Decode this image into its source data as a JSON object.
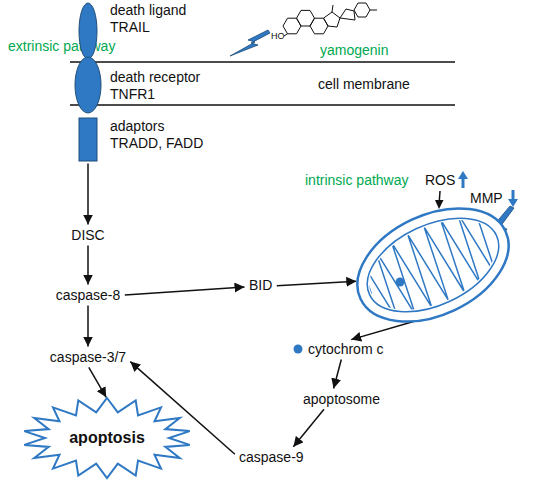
{
  "diagram": {
    "nodes": [
      {
        "text": [
          "death ligand TRAIL"
        ]
      },
      {
        "text": [
          "death receptor TNFR1"
        ]
      },
      {
        "text": [
          "adaptors TRADD, FADD"
        ]
      },
      {
        "text": [
          "DISC"
        ]
      },
      {
        "text": [
          "caspase-8"
        ]
      },
      {
        "text": [
          "BID"
        ]
      },
      {
        "text": [
          "caspase-3/7"
        ]
      },
      {
        "text": [
          "intrinsic pathway"
        ]
      },
      {
        "text": [
          "cytochrom c"
        ]
      },
      {
        "text": [
          "apoptosome"
        ]
      },
      {
        "text": [
          "caspase-9"
        ]
      },
      {
        "text": [
          "apoptosis"
        ]
      }
    ],
    "edges": [
      {
        "from": 2,
        "to": 3,
        "arrow": "to"
      },
      {
        "from": 3,
        "to": 4,
        "arrow": "to"
      },
      {
        "from": 4,
        "to": 6,
        "arrow": "to"
      },
      {
        "from": 4,
        "to": 5,
        "arrow": "to"
      },
      {
        "from": 5,
        "to": 7,
        "arrow": "to"
      },
      {
        "from": 7,
        "to": 8,
        "arrow": "to"
      },
      {
        "from": 8,
        "to": 9,
        "arrow": "to"
      },
      {
        "from": 9,
        "to": 10,
        "arrow": "to"
      },
      {
        "from": 10,
        "to": 6,
        "arrow": "to"
      },
      {
        "from": 6,
        "to": 11,
        "arrow": "to"
      }
    ],
    "labels": [
      "extrinsic pathway",
      "cell membrane",
      "yamogenin",
      "ROS",
      "MMP",
      "HO"
    ]
  }
}
